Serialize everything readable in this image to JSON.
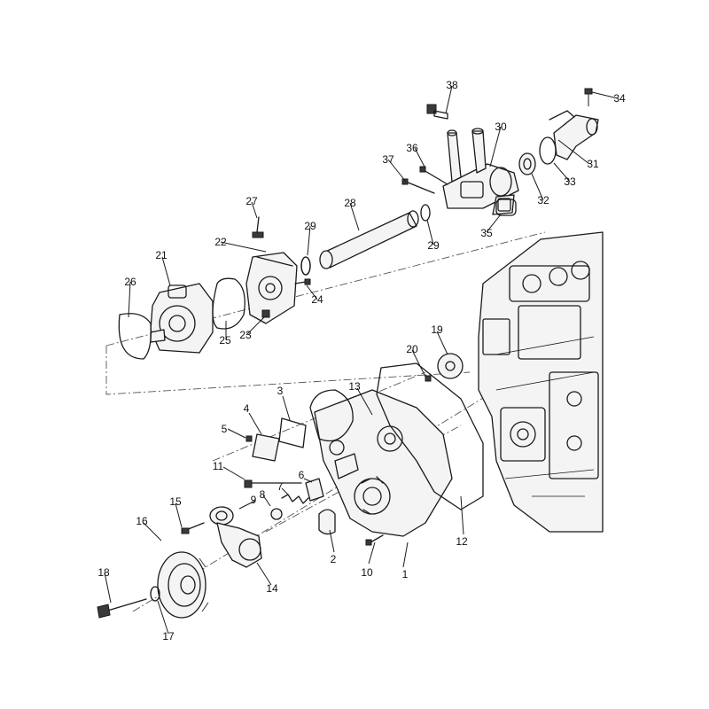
{
  "callouts": {
    "c1": "1",
    "c2": "2",
    "c3": "3",
    "c4": "4",
    "c5": "5",
    "c6": "6",
    "c7": "7",
    "c8": "8",
    "c9": "9",
    "c10": "10",
    "c11": "11",
    "c12": "12",
    "c13": "13",
    "c14": "14",
    "c15": "15",
    "c16": "16",
    "c17": "17",
    "c18": "18",
    "c19": "19",
    "c20": "20",
    "c21": "21",
    "c22": "22",
    "c23": "23",
    "c24": "24",
    "c25": "25",
    "c26": "26",
    "c27": "27",
    "c28": "28",
    "c29a": "29",
    "c29b": "29",
    "c30": "30",
    "c31": "31",
    "c32": "32",
    "c33": "33",
    "c34": "34",
    "c35": "35",
    "c36": "36",
    "c37": "37",
    "c38": "38"
  },
  "colors": {
    "line": "#1a1a1a",
    "background": "#ffffff"
  }
}
